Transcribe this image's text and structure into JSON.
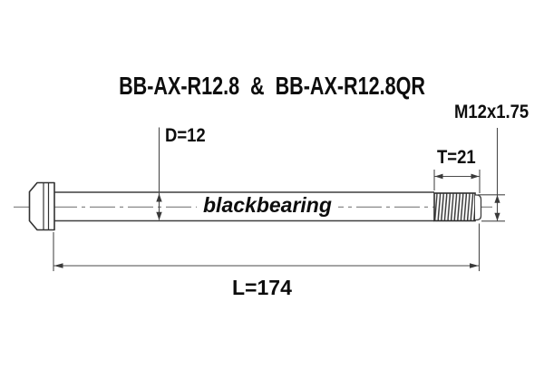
{
  "title": "BB-AX-R12.8  &  BB-AX-R12.8QR",
  "drawing": {
    "brand": "blackbearing",
    "labels": {
      "thread_spec": "M12x1.75",
      "shaft_diameter": "D=12",
      "thread_length": "T=21",
      "axle_length": "L=174"
    },
    "colors": {
      "background": "#ffffff",
      "line": "#3f3f3f",
      "dimension_line": "#4a4a4a",
      "text": "#0d0d0d",
      "thread_fill": "#4a4a4a"
    }
  }
}
